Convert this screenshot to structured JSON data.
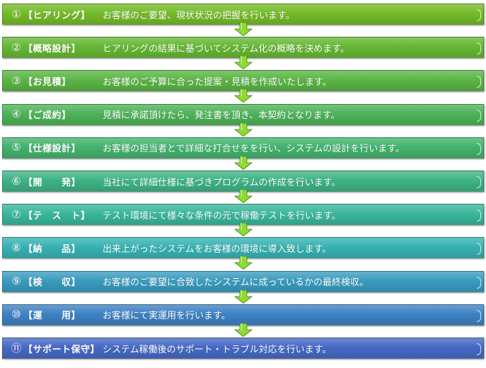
{
  "steps": [
    {
      "num": "①",
      "name": "【ヒアリング】",
      "desc": "お客様のご要望、現状状況の把握を行います。",
      "color": "#74bb28"
    },
    {
      "num": "②",
      "name": "【概略設計】",
      "desc": "ヒアリングの結果に基づいてシステム化の概略を決めます。",
      "color": "#66b834"
    },
    {
      "num": "③",
      "name": "【お見積】",
      "desc": "お客様のご予算に合った提案・見積を作成いたします。",
      "color": "#5bb545"
    },
    {
      "num": "④",
      "name": "【ご成約】",
      "desc": "見積に承諾頂けたら、発注書を頂き、本契約となります。",
      "color": "#4db358"
    },
    {
      "num": "⑤",
      "name": "【仕様設計】",
      "desc": "お客様の担当者とで詳細な打合せをを行い、システムの設計を行います。",
      "color": "#43b36e"
    },
    {
      "num": "⑥",
      "name": "【開　　発】",
      "desc": "当社にて詳細仕様に基づきプログラムの作成を行います。",
      "color": "#3db485"
    },
    {
      "num": "⑦",
      "name": "【テ　ス　ト】",
      "desc": "テスト環境にて様々な条件の元で稼働テストを行います。",
      "color": "#3ab79c"
    },
    {
      "num": "⑧",
      "name": "【納　　品】",
      "desc": "出来上がったシステムをお客様の環境に導入致します。",
      "color": "#38b2b3"
    },
    {
      "num": "⑨",
      "name": "【検　　収】",
      "desc": "お客様のご要望に合致したシステムに成っているかの最終検収。",
      "color": "#3a9cbf"
    },
    {
      "num": "⑩",
      "name": "【運　　用】",
      "desc": "お客様にて実運用を行います。",
      "color": "#3e82c4"
    },
    {
      "num": "⑪",
      "name": "【サポート保守】",
      "desc": "システム稼働後のサポート・トラブル対応を行います。",
      "color": "#4569c5"
    }
  ],
  "arrow_color": "#8fdc2f"
}
